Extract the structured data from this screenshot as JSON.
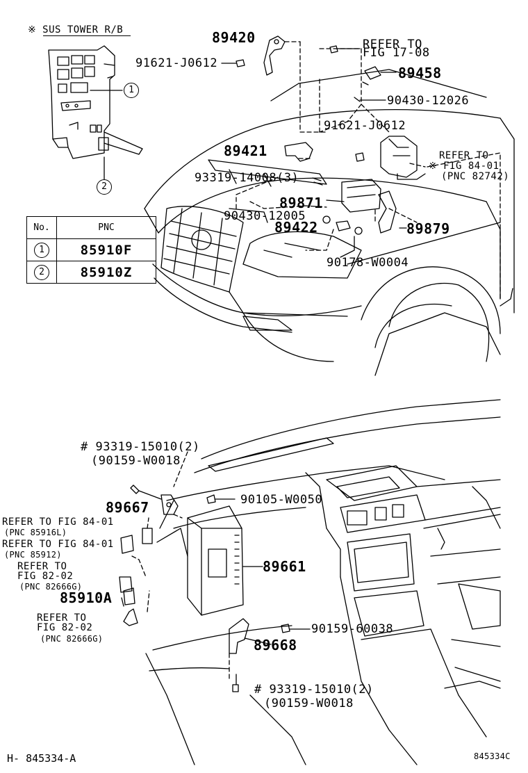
{
  "header": {
    "sus_tower": "※ SUS TOWER R/B"
  },
  "legend": {
    "col_no": "No.",
    "col_pnc": "PNC",
    "rows": [
      {
        "no": "1",
        "pnc": "85910F"
      },
      {
        "no": "2",
        "pnc": "85910Z"
      }
    ]
  },
  "callouts": {
    "c1": "1",
    "c2": "2"
  },
  "upper": {
    "p89420": "89420",
    "p91621a": "91621-J0612",
    "refer1708_1": "REFER TO",
    "refer1708_2": "FIG 17-08",
    "p89458": "89458",
    "p90430a": "90430-12026",
    "p91621b": "91621-J0612",
    "p89421": "89421",
    "refer8401_1": "REFER TO",
    "refer8401_2": "※ FIG 84-01",
    "refer8401_3": "(PNC 82742)",
    "p93319a": "93319-14008(3)",
    "p89871": "89871",
    "p90430b": "90430-12005",
    "p89422": "89422",
    "p89879": "89879",
    "p90178": "90178-W0004"
  },
  "lower": {
    "p93319b_1": "# 93319-15010(2)",
    "p93319b_2": "(90159-W0018",
    "p89667": "89667",
    "p90105": "90105-W0050",
    "ref1_1": "REFER TO FIG 84-01",
    "ref1_2": "(PNC 85916L)",
    "ref2_1": "REFER TO FIG 84-01",
    "ref2_2": "(PNC 85912)",
    "ref3_1": "REFER TO",
    "ref3_2": "FIG 82-02",
    "ref3_3": "(PNC 82666G)",
    "p85910a": "85910A",
    "ref4_1": "REFER TO",
    "ref4_2": "FIG 82-02",
    "ref4_3": "(PNC 82666G)",
    "p89661": "89661",
    "p90159": "90159-60038",
    "p89668": "89668",
    "p93319c_1": "# 93319-15010(2)",
    "p93319c_2": "(90159-W0018"
  },
  "footer": {
    "left": "H- 845334-A",
    "right": "845334C"
  }
}
